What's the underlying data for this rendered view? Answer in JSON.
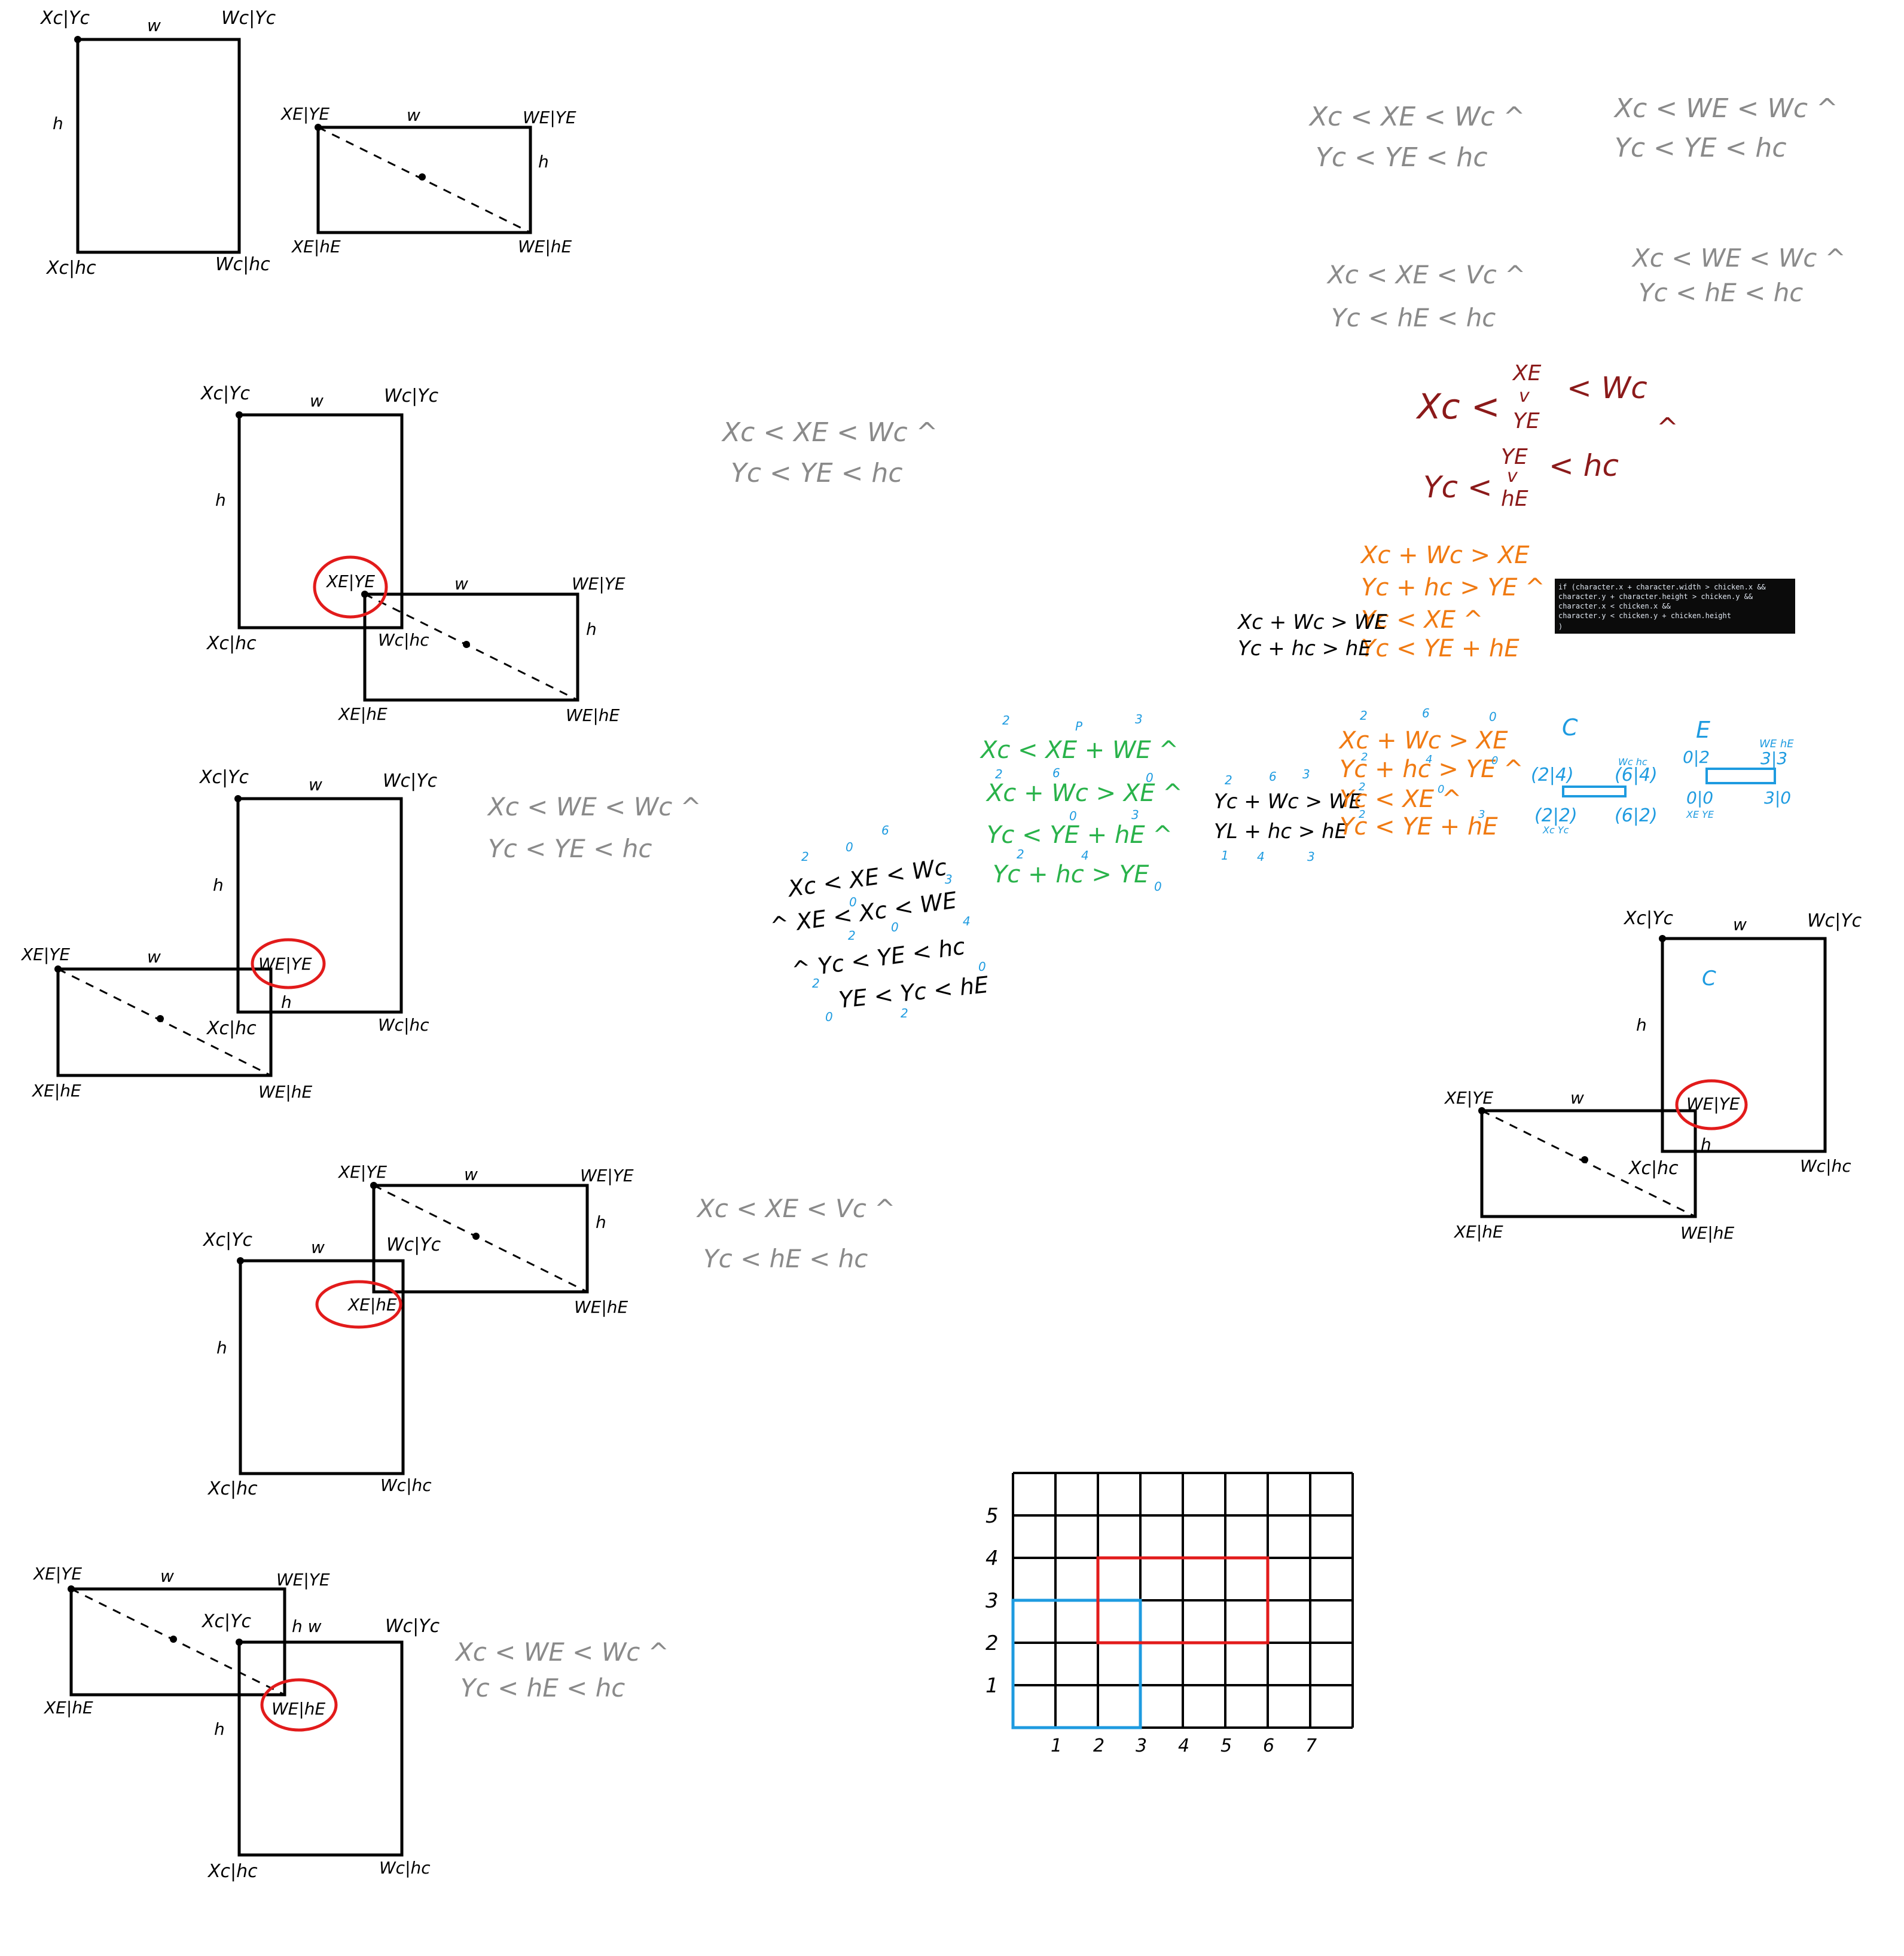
{
  "colors": {
    "ink": "#000000",
    "gray": "#8a8a8a",
    "circle_red": "#e21b1b",
    "maroon": "#8b1a1a",
    "orange": "#f07a12",
    "green": "#29b24a",
    "blue": "#1e9be0",
    "code_bg": "#0b0b0b",
    "code_fg": "#dfe6f0"
  },
  "labels": {
    "corner_c_tl": "Xc|Yc",
    "corner_c_tr": "Wc|Yc",
    "corner_c_bl": "Xc|hc",
    "corner_c_br": "Wc|hc",
    "corner_e_tl": "XE|YE",
    "corner_e_tr": "WE|YE",
    "corner_e_bl": "XE|hE",
    "corner_e_br": "WE|hE",
    "side_w": "w",
    "side_h": "h",
    "side_hw": "h w"
  },
  "gray_conditions": {
    "top_a": [
      "Xc < XE < Wc ^",
      "Yc < YE < hc"
    ],
    "top_b": [
      "Xc < WE < Wc ^",
      "Yc < YE < hc"
    ],
    "mid_a": [
      "Xc < XE < Vc ^",
      "Yc < hE < hc"
    ],
    "mid_b": [
      "Xc < WE < Wc ^",
      "Yc < hE < hc"
    ],
    "d2": [
      "Xc < XE < Wc ^",
      "Yc < YE < hc"
    ],
    "d3": [
      "Xc < WE < Wc ^",
      "Yc < YE < hc"
    ],
    "d4": [
      "Xc < XE < Vc ^",
      "Yc < hE < hc"
    ],
    "d5": [
      "Xc < WE < Wc ^",
      "Yc < hE < hc"
    ]
  },
  "maroon_condition": {
    "line1_left": "Xc <",
    "line1_top": "XE",
    "line1_mid": "v",
    "line1_bottom": "YE",
    "line1_right": "< Wc",
    "and": "^",
    "line2_left": "Yc <",
    "line2_top": "YE",
    "line2_mid": "v",
    "line2_bottom": "hE",
    "line2_right": "< hc"
  },
  "orange_block_1": [
    "Xc + Wc > XE",
    "Yc + hc > YE ^",
    "Yc < XE ^",
    "Yc < YE + hE"
  ],
  "black_block_1": [
    "Xc + Wc > WE",
    "Yc + hc > hE"
  ],
  "code_lines": [
    "if (character.x + character.width > chicken.x &&",
    "    character.y + character.height > chicken.y &&",
    "    character.x < chicken.x &&",
    "    character.y < chicken.y + chicken.height",
    ")"
  ],
  "green_block": [
    "Xc < XE + WE ^",
    "Xc + Wc > XE ^",
    "Yc < YE + hE ^",
    "Yc + hc > YE"
  ],
  "green_block_numbers": [
    "2",
    "P",
    "3",
    "6",
    "0",
    "2",
    "0",
    "3",
    "2",
    "4",
    "0"
  ],
  "black_block_2": [
    "Yc + Wc > WE",
    "YL + hc > hE"
  ],
  "black_block_2_numbers": [
    "2",
    "6",
    "3",
    "1",
    "4",
    "3"
  ],
  "orange_block_2": [
    "Xc + Wc > XE",
    "Yc + hc > YE ^",
    "Yc < XE ^",
    "Yc < YE + hE"
  ],
  "orange_block_2_numbers": [
    "2",
    "6",
    "0",
    "2",
    "4",
    "0",
    "2",
    "0",
    "2",
    "3"
  ],
  "blue_c": {
    "title": "C",
    "left_top": "(2|4)",
    "right_top": "(6|4)",
    "right_top_label": "Wc hc",
    "left_bottom": "(2|2)",
    "left_bottom_label": "Xc Yc",
    "right_bottom": "(6|2)"
  },
  "blue_e": {
    "title": "E",
    "left_top": "0|2",
    "right_top": "3|3",
    "right_top_label": "WE hE",
    "left_bottom": "0|0",
    "left_bottom_label": "XE YE",
    "right_bottom": "3|0"
  },
  "scribble_block": [
    "Xc < XE < Wc",
    "^ XE < Xc < WE",
    "^ Yc < YE < hc",
    "YE < Yc < hE"
  ],
  "scribble_numbers": [
    "0",
    "6",
    "2",
    "0",
    "3",
    "2",
    "0",
    "4",
    "2",
    "0",
    "0",
    "2"
  ],
  "label_c": "C",
  "grid": {
    "cols": 8,
    "rows": 6,
    "x_ticks": [
      "1",
      "2",
      "3",
      "4",
      "5",
      "6",
      "7"
    ],
    "y_ticks": [
      "1",
      "2",
      "3",
      "4",
      "5"
    ],
    "blue_rect": {
      "x0": 0,
      "y0": 0,
      "x1": 3,
      "y1": 3,
      "label": ""
    },
    "red_rect": {
      "x0": 2,
      "y0": 2,
      "x1": 6,
      "y1": 4,
      "label": ""
    }
  }
}
